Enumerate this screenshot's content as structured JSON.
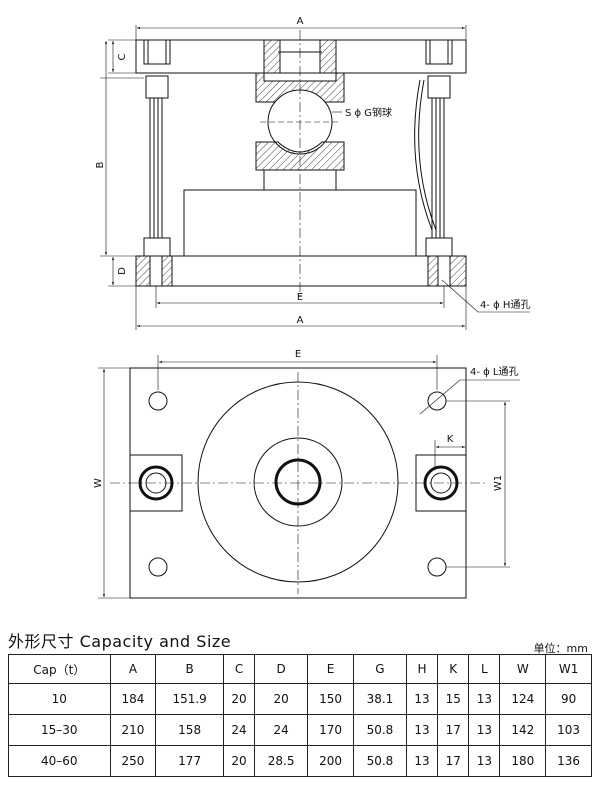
{
  "drawing": {
    "labels": {
      "a_top": "A",
      "c": "C",
      "b": "B",
      "d": "D",
      "e_front": "E",
      "a_bottom": "A",
      "ball": "S ϕ G钢球",
      "hole_h": "4- ϕ H通孔",
      "e_top": "E",
      "hole_l": "4- ϕ L通孔",
      "k": "K",
      "w": "W",
      "w1": "W1"
    }
  },
  "heading": {
    "title": "外形尺寸  Capacity and Size",
    "unit": "单位：mm"
  },
  "table": {
    "headers": [
      "Cap（t）",
      "A",
      "B",
      "C",
      "D",
      "E",
      "G",
      "H",
      "K",
      "L",
      "W",
      "W1"
    ],
    "rows": [
      [
        "10",
        "184",
        "151.9",
        "20",
        "20",
        "150",
        "38.1",
        "13",
        "15",
        "13",
        "124",
        "90"
      ],
      [
        "15–30",
        "210",
        "158",
        "24",
        "24",
        "170",
        "50.8",
        "13",
        "17",
        "13",
        "142",
        "103"
      ],
      [
        "40–60",
        "250",
        "177",
        "20",
        "28.5",
        "200",
        "50.8",
        "13",
        "17",
        "13",
        "180",
        "136"
      ]
    ]
  }
}
